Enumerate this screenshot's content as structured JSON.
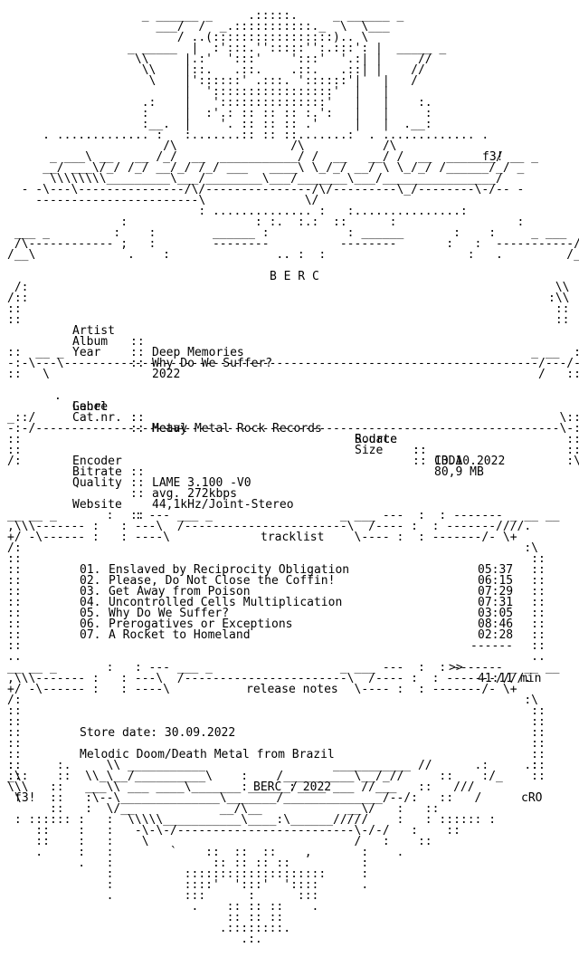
{
  "header": {
    "group": "B E R C",
    "sig_left": "f3!",
    "sig_left_bottom": "f3!",
    "sig_right_bottom": "cRO"
  },
  "release": {
    "artist_label": "Artist",
    "artist": "Deep Memories",
    "album_label": "Album",
    "album": "Why Do We Suffer?",
    "year_label": "Year",
    "year": "2022",
    "genre_label": "Genre",
    "genre": "Metal",
    "label_label": "Label",
    "label": "Heavy Metal Rock Records",
    "catnr_label": "Cat.nr.",
    "catnr": "",
    "source_label": "Source",
    "source": "CDDA",
    "rdate_label": "R.date",
    "rdate": "13.10.2022",
    "size_label": "Size",
    "size": "80,9 MB",
    "sep": "::"
  },
  "encoding": {
    "encoder_label": "Encoder",
    "encoder": "LAME 3.100 -V0",
    "bitrate_label": "Bitrate",
    "bitrate": "avg. 272kbps",
    "quality_label": "Quality",
    "quality": "44,1kHz/Joint-Stereo",
    "website_label": "Website",
    "website": ""
  },
  "tracklist": {
    "title": "tracklist",
    "tracks": [
      {
        "num": "01.",
        "title": "Enslaved by Reciprocity Obligation",
        "time": "05:37"
      },
      {
        "num": "02.",
        "title": "Please, Do Not Close the Coffin!",
        "time": "06:15"
      },
      {
        "num": "03.",
        "title": "Get Away from Poison",
        "time": "07:29"
      },
      {
        "num": "04.",
        "title": "Uncontrolled Cells Multiplication",
        "time": "07:31"
      },
      {
        "num": "05.",
        "title": "Why Do We Suffer?",
        "time": "03:05"
      },
      {
        "num": "06.",
        "title": "Prerogatives or Exceptions",
        "time": "08:46"
      },
      {
        "num": "07.",
        "title": "A Rocket to Homeland",
        "time": "02:28"
      }
    ],
    "total_prefix": ">>",
    "total": "41:11 min"
  },
  "notes": {
    "title": "release notes",
    "store_date": "Store date: 30.09.2022",
    "description": "Melodic Doom/Death Metal from Brazil"
  },
  "footer": {
    "text": "BERC : 2022"
  }
}
